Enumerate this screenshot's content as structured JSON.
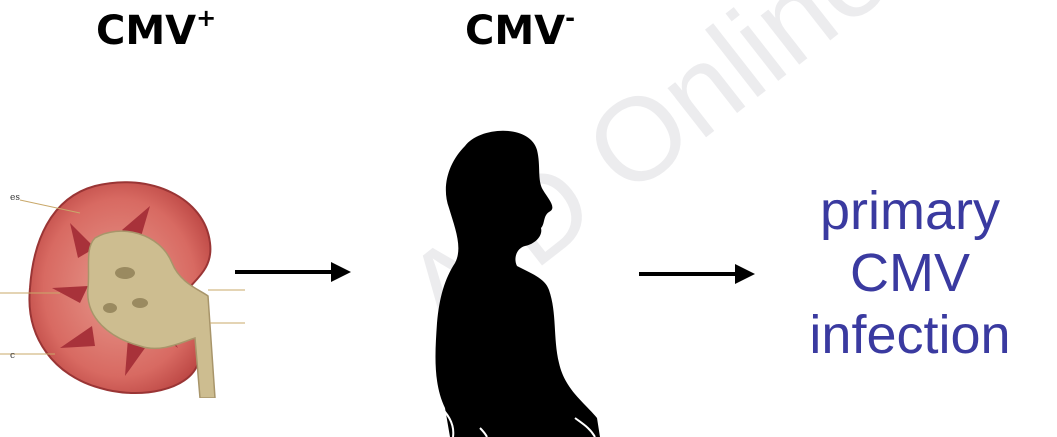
{
  "watermark": "AID Online Le",
  "donor": {
    "label": "CMV",
    "sign": "+"
  },
  "recipient": {
    "label": "CMV",
    "sign": "-"
  },
  "kidney_labels": {
    "left_top": "es",
    "left_bottom": "c"
  },
  "outcome": {
    "line1": "primary",
    "line2": "CMV",
    "line3": "infection"
  },
  "colors": {
    "outcome_text": "#3a3aa0",
    "kidney_cortex": "#c84a4a",
    "kidney_pelvis": "#cdbd90"
  }
}
